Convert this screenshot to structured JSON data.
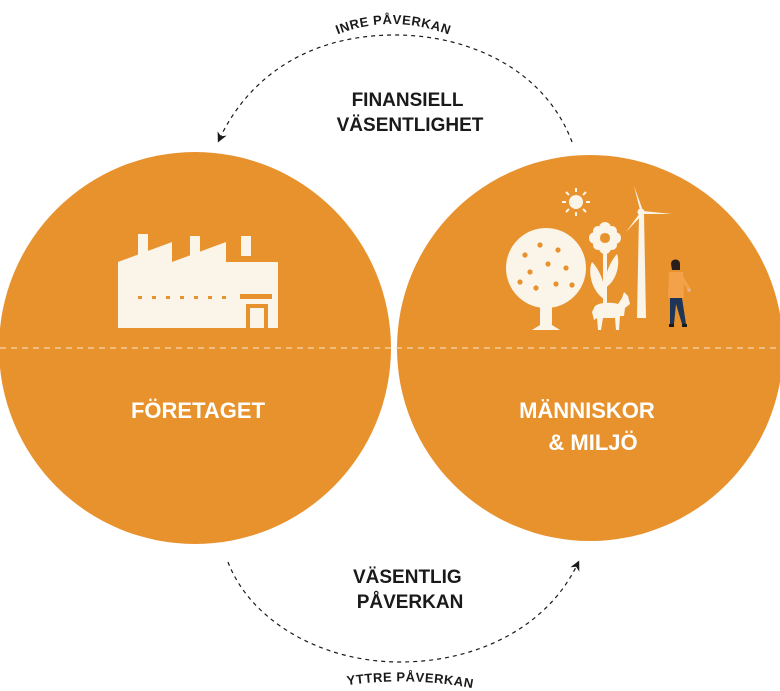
{
  "top_arc_text": "INRE PÅVERKAN",
  "bottom_arc_text": "YTTRE PÅVERKAN",
  "top_label": [
    "FINANSIELL",
    "VÄSENTLIGHET"
  ],
  "bottom_label": [
    "VÄSENTLIG",
    "PÅVERKAN"
  ],
  "left_circle_label": [
    "FÖRETAGET"
  ],
  "right_circle_label": [
    "MÄNNISKOR",
    "& MILJÖ"
  ],
  "colors": {
    "circle": "#E8922E",
    "icon": "#FBF4E8",
    "text_dark": "#1A1A1A",
    "figure_jacket": "#F3A24A",
    "figure_pants": "#1F3557",
    "figure_skin": "#E7B38D",
    "figure_hair": "#2A1E1A"
  },
  "icons": {
    "left": "factory-icon",
    "right": [
      "sun-icon",
      "tree-icon",
      "flower-icon",
      "wind-turbine-icon",
      "goat-icon",
      "person-icon"
    ]
  }
}
